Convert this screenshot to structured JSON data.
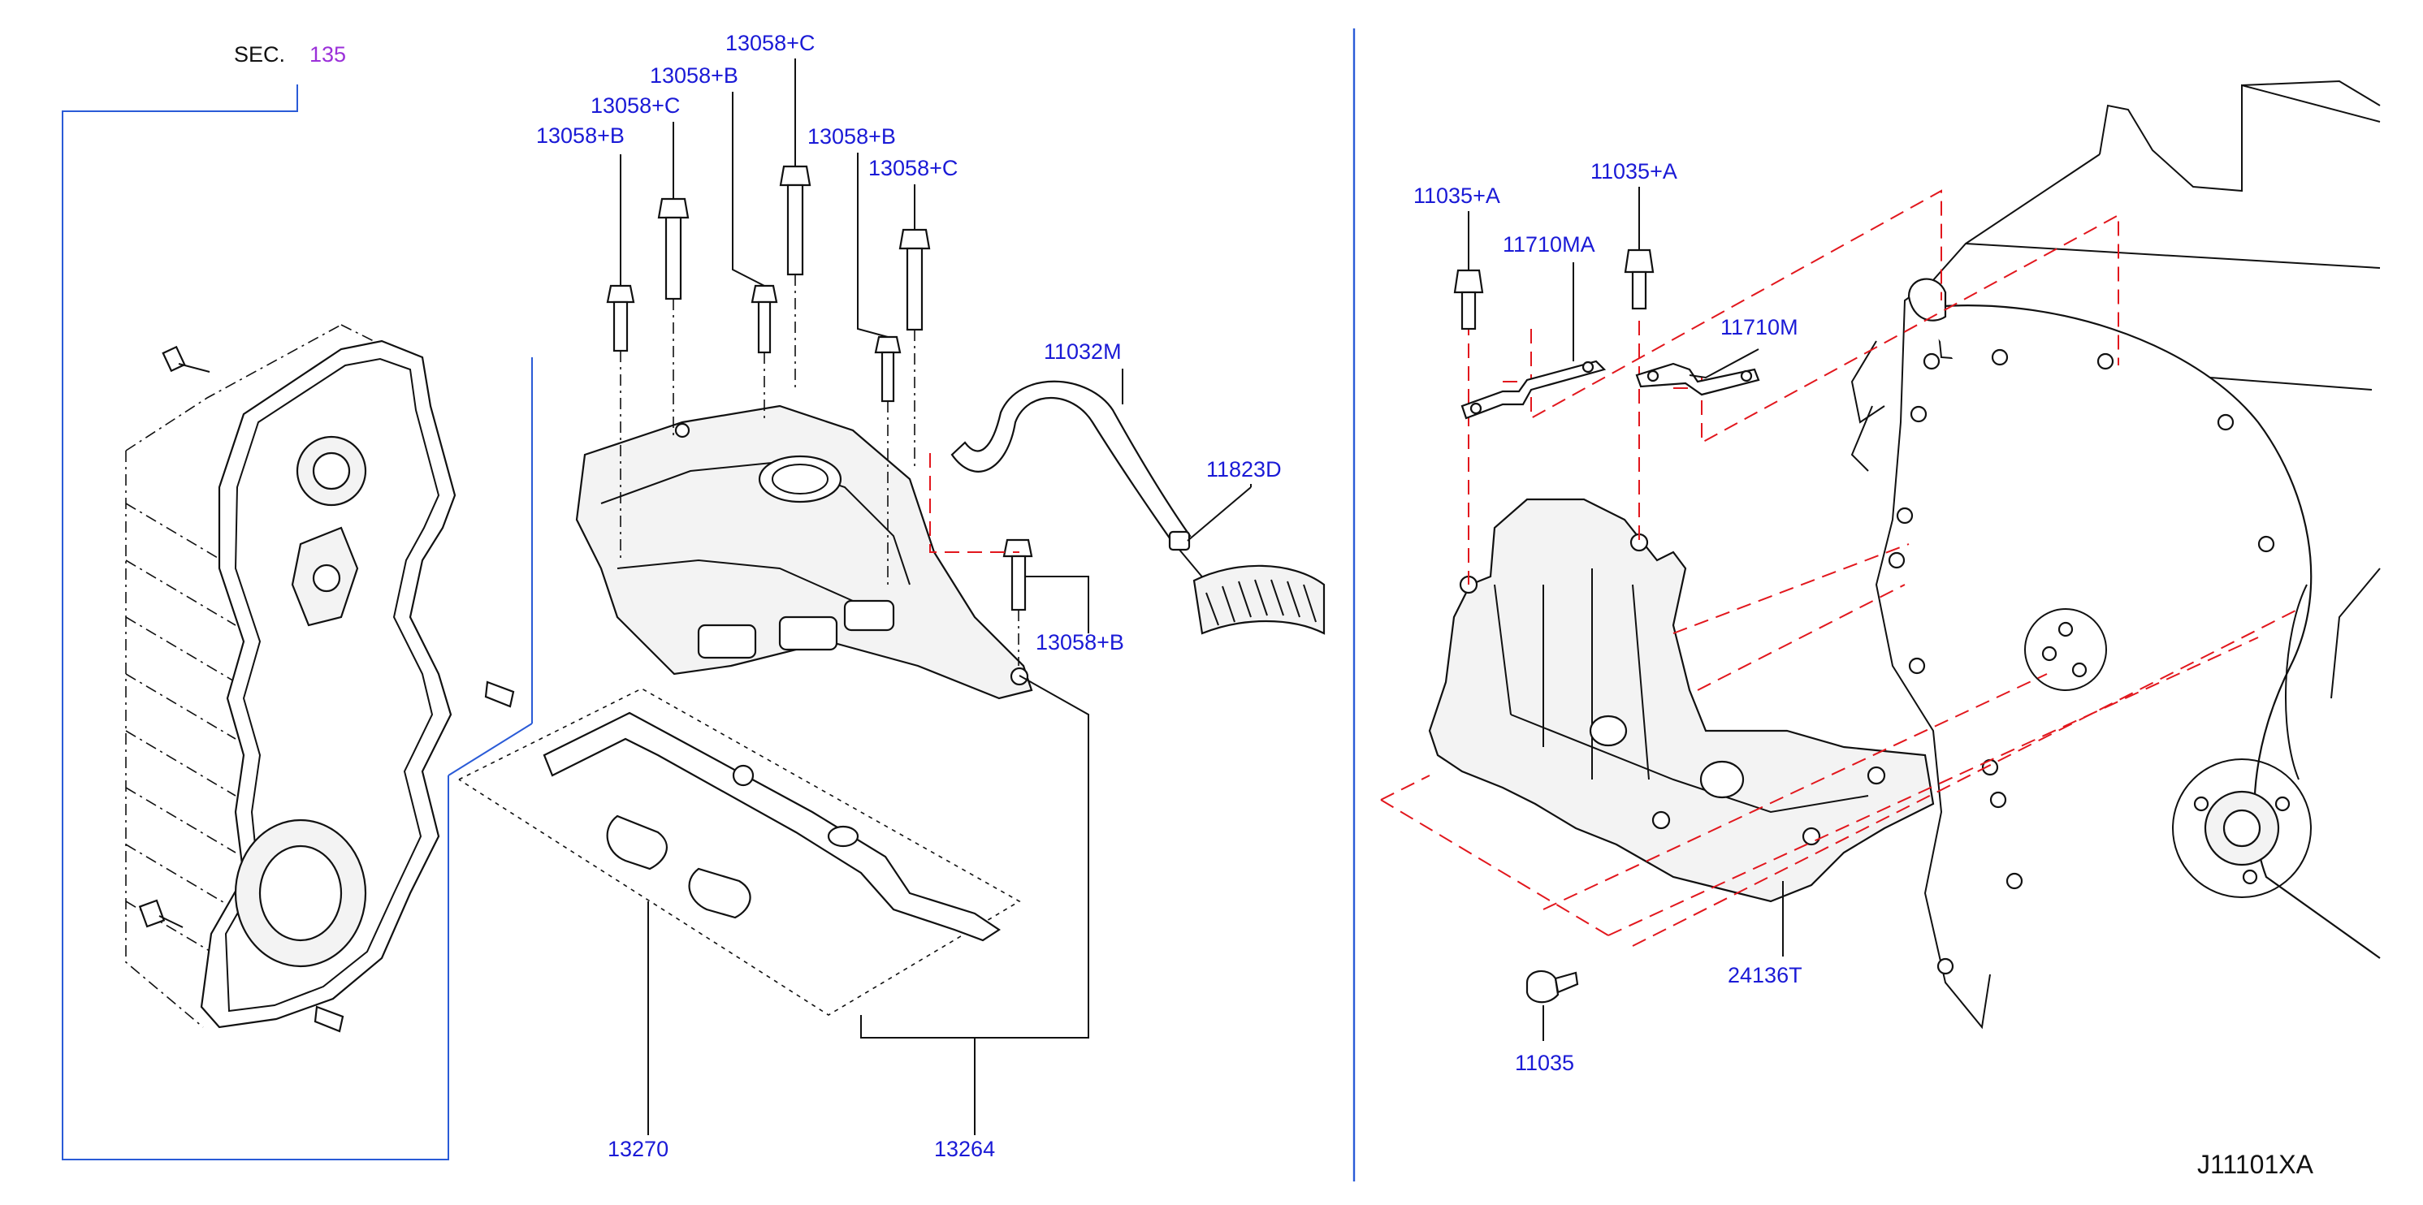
{
  "diagram_code": "J11101XA",
  "section_ref": {
    "prefix": "SEC.",
    "number": "135"
  },
  "left_labels": {
    "b1": "13058+B",
    "c1": "13058+C",
    "b2": "13058+B",
    "c2": "13058+C",
    "b3": "13058+B",
    "c3": "13058+C",
    "b4": "13058+B",
    "hose": "11032M",
    "clip": "11823D",
    "gasket": "13270",
    "cover_asm": "13264"
  },
  "right_labels": {
    "bolt_a1": "11035+A",
    "bolt_a2": "11035+A",
    "bracket_ma": "11710MA",
    "bracket_m": "11710M",
    "mount_bracket": "24136T",
    "bolt_low": "11035"
  },
  "colors": {
    "label_blue": "#1a1ad6",
    "section_purple": "#9b30d9",
    "bracket_line": "#2a5bd7",
    "phantom_red": "#e2171d"
  }
}
